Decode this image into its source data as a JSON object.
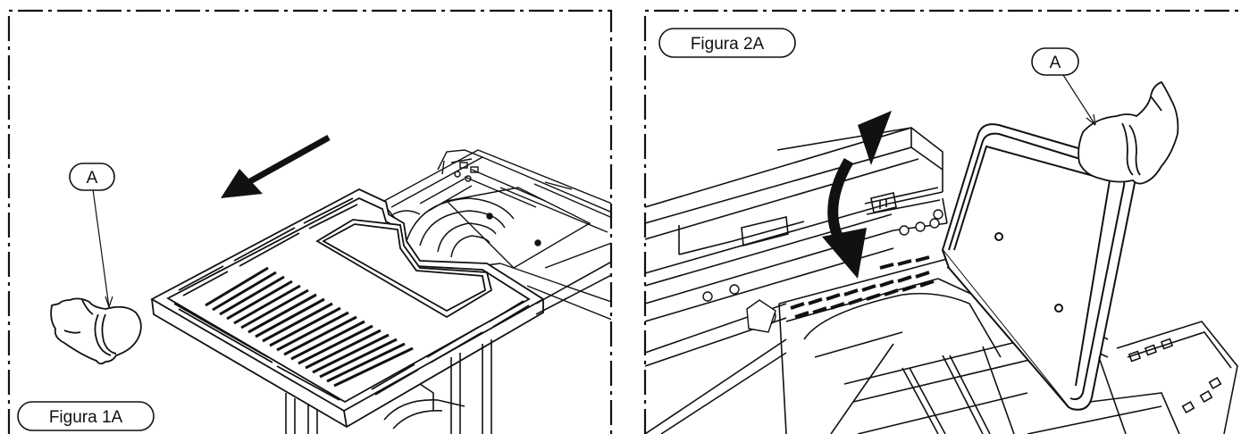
{
  "panels": [
    {
      "figure_label": "Figura 1A",
      "callout": "A"
    },
    {
      "figure_label": "Figura 2A",
      "callout": "A"
    }
  ],
  "colors": {
    "line": "#111111",
    "background": "#ffffff"
  }
}
